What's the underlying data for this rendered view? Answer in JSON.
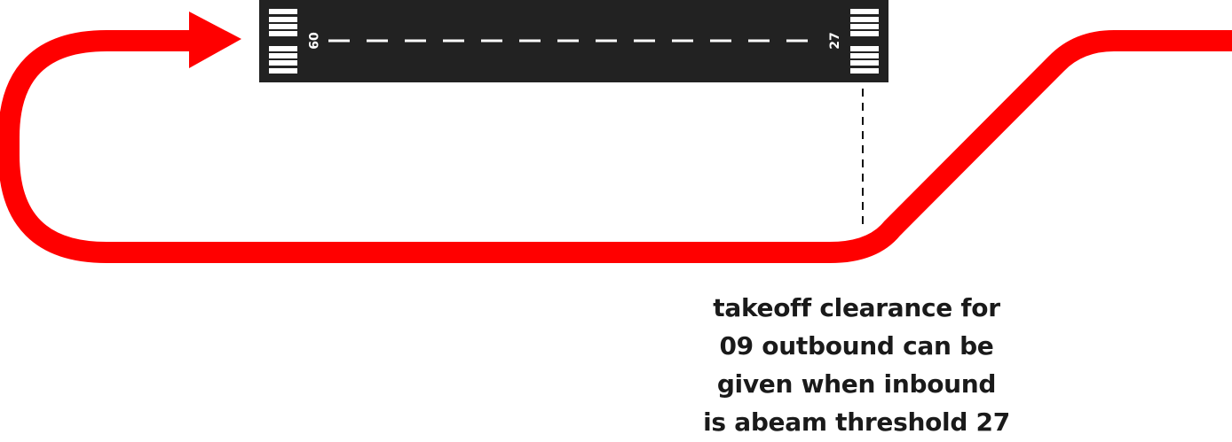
{
  "runway": {
    "left_end_number": "09",
    "right_end_number": "27"
  },
  "colors": {
    "flight_path": "#ff0000",
    "runway": "#222222",
    "markings": "#ffffff",
    "text": "#1a1a1a"
  },
  "caption": {
    "lines": [
      "takeoff clearance for",
      "09 outbound can be",
      "given when inbound",
      "is abeam threshold 27"
    ]
  }
}
